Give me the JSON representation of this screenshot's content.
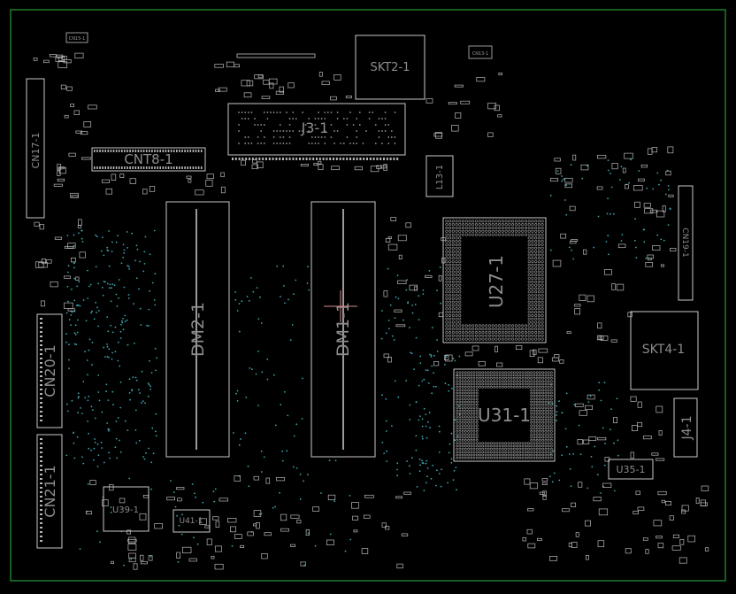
{
  "board": {
    "border_color": "#1f7a2a",
    "background": "#000000",
    "outline_color": "#c8c8c8",
    "label_color": "#8c8c8c",
    "via_color": "#3aa6b0",
    "cursor_color": "#d88a8a"
  },
  "components": {
    "skt2": "SKT2-1",
    "j3": "J3-1",
    "cnt8": "CNT8-1",
    "cn17": "CN17-1",
    "l13": "L13-1",
    "u27": "U27-1",
    "cn19": "CN19-1",
    "dm2": "DM2-1",
    "dm1": "DM1-1",
    "skt4": "SKT4-1",
    "cn20": "CN20-1",
    "u31": "U31-1",
    "j4": "J4-1",
    "cn21": "CN21-1",
    "u35": "U35-1",
    "u39": "U39-1",
    "u41": "U41-1",
    "cn15": "CN15-1",
    "cn13": "CN13-1"
  }
}
